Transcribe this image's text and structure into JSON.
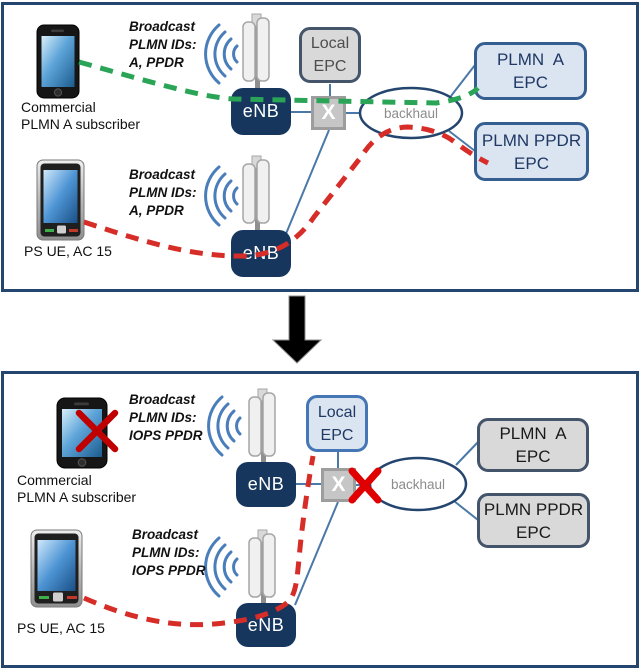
{
  "figure": {
    "description_top_panel": "normal-operation",
    "description_bottom_panel": "isolated-iops-operation"
  },
  "colors": {
    "panel_border": "#24456e",
    "enb_fill": "#17365d",
    "connector_blue": "#4a78a8",
    "green_link": "#2aa457",
    "red_link": "#d62d28",
    "blocked_ue_red": "#c00000",
    "broken_link_red": "#e00000",
    "light_blue_fill": "#dbe5f1",
    "gray_fill": "#d9d9d9",
    "arrow_black": "#000000"
  },
  "panel_normal": {
    "ue_commercial": {
      "label_line1": "Commercial",
      "label_line2": "PLMN A subscriber"
    },
    "ue_ps": {
      "label": "PS UE, AC 15"
    },
    "broadcast_top": {
      "line1": "Broadcast",
      "line2": "PLMN IDs:",
      "line3": "A, PPDR"
    },
    "broadcast_bottom": {
      "line1": "Broadcast",
      "line2": "PLMN IDs:",
      "line3": "A, PPDR"
    },
    "enb_top": "eNB",
    "enb_bottom": "eNB",
    "local_epc": {
      "line1": "Local",
      "line2": "EPC"
    },
    "gateway": "X",
    "backhaul": "backhaul",
    "plmn_a_epc": {
      "line1": "PLMN  A",
      "line2": "EPC"
    },
    "plmn_ppdr_epc": {
      "line1": "PLMN PPDR",
      "line2": "EPC"
    }
  },
  "panel_iops": {
    "ue_commercial": {
      "label_line1": "Commercial",
      "label_line2": "PLMN A subscriber"
    },
    "ue_ps": {
      "label": "PS UE, AC 15"
    },
    "broadcast_top": {
      "line1": "Broadcast",
      "line2": "PLMN IDs:",
      "line3": "IOPS PPDR"
    },
    "broadcast_bottom": {
      "line1": "Broadcast",
      "line2": "PLMN IDs:",
      "line3": "IOPS PPDR"
    },
    "enb_top": "eNB",
    "enb_bottom": "eNB",
    "local_epc": {
      "line1": "Local",
      "line2": "EPC"
    },
    "gateway": "X",
    "backhaul": "backhaul",
    "plmn_a_epc": {
      "line1": "PLMN  A",
      "line2": "EPC"
    },
    "plmn_ppdr_epc": {
      "line1": "PLMN PPDR",
      "line2": "EPC"
    }
  }
}
